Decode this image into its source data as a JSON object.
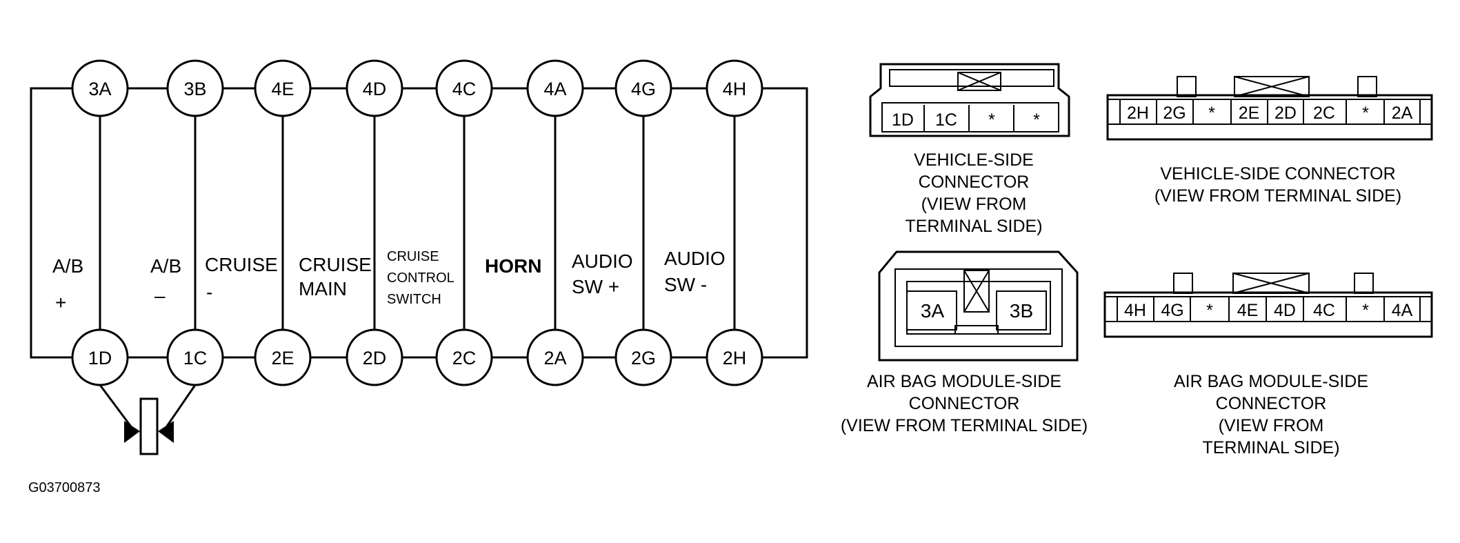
{
  "circuit": {
    "top_terminals": [
      "3A",
      "3B",
      "4E",
      "4D",
      "4C",
      "4A",
      "4G",
      "4H"
    ],
    "bottom_terminals": [
      "1D",
      "1C",
      "2E",
      "2D",
      "2C",
      "2A",
      "2G",
      "2H"
    ],
    "wire_labels": [
      {
        "line1": "A/B",
        "line2": "+"
      },
      {
        "line1": "A/B",
        "line2": "–"
      },
      {
        "line1": "CRUISE",
        "line2": "-"
      },
      {
        "line1": "CRUISE",
        "line2": "MAIN"
      },
      {
        "line1": "CRUISE",
        "line2": "CONTROL",
        "line3": "SWITCH"
      },
      {
        "line1": "HORN"
      },
      {
        "line1": "AUDIO",
        "line2": "SW +"
      },
      {
        "line1": "AUDIO",
        "line2": "SW -"
      }
    ]
  },
  "connectors": {
    "vehicle_small": {
      "pins": [
        "1D",
        "1C",
        "*",
        "*"
      ],
      "caption": [
        "VEHICLE-SIDE",
        "CONNECTOR",
        "(VIEW FROM",
        "TERMINAL SIDE)"
      ]
    },
    "vehicle_large": {
      "pins": [
        "2H",
        "2G",
        "*",
        "2E",
        "2D",
        "2C",
        "*",
        "2A"
      ],
      "caption": [
        "VEHICLE-SIDE CONNECTOR",
        "(VIEW FROM TERMINAL SIDE)"
      ]
    },
    "airbag_small": {
      "pins": [
        "3A",
        "3B"
      ],
      "caption": [
        "AIR BAG MODULE-SIDE",
        "CONNECTOR",
        "(VIEW FROM TERMINAL SIDE)"
      ]
    },
    "airbag_large": {
      "pins": [
        "4H",
        "4G",
        "*",
        "4E",
        "4D",
        "4C",
        "*",
        "4A"
      ],
      "caption": [
        "AIR BAG MODULE-SIDE",
        "CONNECTOR",
        "(VIEW FROM",
        "TERMINAL SIDE)"
      ]
    }
  },
  "figure_id": "G03700873"
}
